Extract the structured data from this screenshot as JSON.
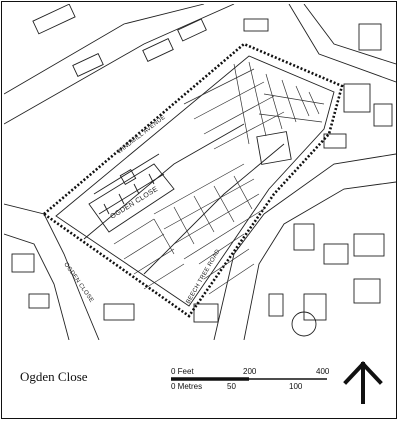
{
  "map": {
    "title": "Ogden Close",
    "building_label": "OGDEN CLOSE",
    "street_1": "WINDMILL AVENUE",
    "street_2": "OGDEN CLOSE",
    "street_3": "BEECH TREE ROAD"
  },
  "scale": {
    "feet_label": "0 Feet",
    "feet_mid": "200",
    "feet_end": "400",
    "metres_label": "0 Metres",
    "metres_mid": "50",
    "metres_end": "100"
  },
  "compass": {
    "icon": "north-arrow-icon"
  }
}
